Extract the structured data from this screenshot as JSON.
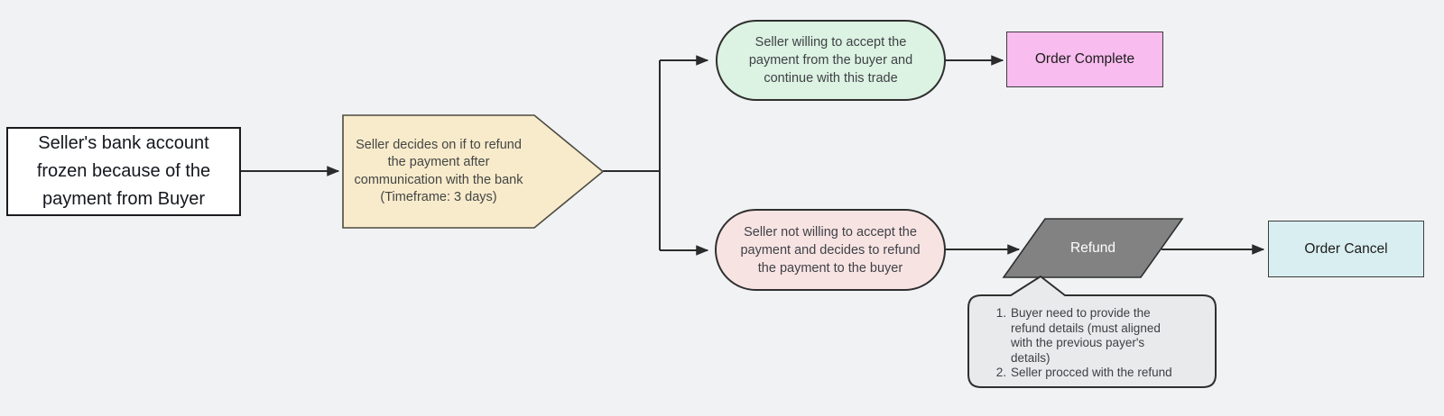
{
  "canvas": {
    "background": "#f1f2f4",
    "connector_color": "#2b2b2b"
  },
  "nodes": {
    "start": {
      "label": "Seller's bank account\nfrozen because of the\npayment from Buyer",
      "fill": "#ffffff",
      "border": "#1b1b1f"
    },
    "decision": {
      "label": "Seller decides on if to refund\nthe payment after\ncommunication with the bank\n(Timeframe: 3 days)",
      "fill": "#f7ebcb",
      "border": "#4d4a40"
    },
    "accept": {
      "label": "Seller willing to accept the\npayment from the buyer and\ncontinue with this trade",
      "fill": "#dcf2e2",
      "border": "#2f2f2f"
    },
    "order_complete": {
      "label": "Order Complete",
      "fill": "#f8bcee",
      "border": "#3c3c3c"
    },
    "reject": {
      "label": "Seller not willing to accept the\npayment and decides to refund\nthe payment to the buyer",
      "fill": "#f8e3e3",
      "border": "#2f2f2f"
    },
    "refund": {
      "label": "Refund",
      "fill": "#828282",
      "border": "#2f2f2f",
      "text_color": "#ffffff"
    },
    "order_cancel": {
      "label": "Order Cancel",
      "fill": "#d9eef0",
      "border": "#3c3c3c"
    },
    "note": {
      "fill": "#e9eaec",
      "border": "#2f2f2f",
      "items": [
        {
          "num": "1.",
          "text": "Buyer need to provide the\nrefund details (must aligned\nwith the previous payer's\ndetails)"
        },
        {
          "num": "2.",
          "text": "Seller procced with the refund"
        }
      ]
    }
  }
}
